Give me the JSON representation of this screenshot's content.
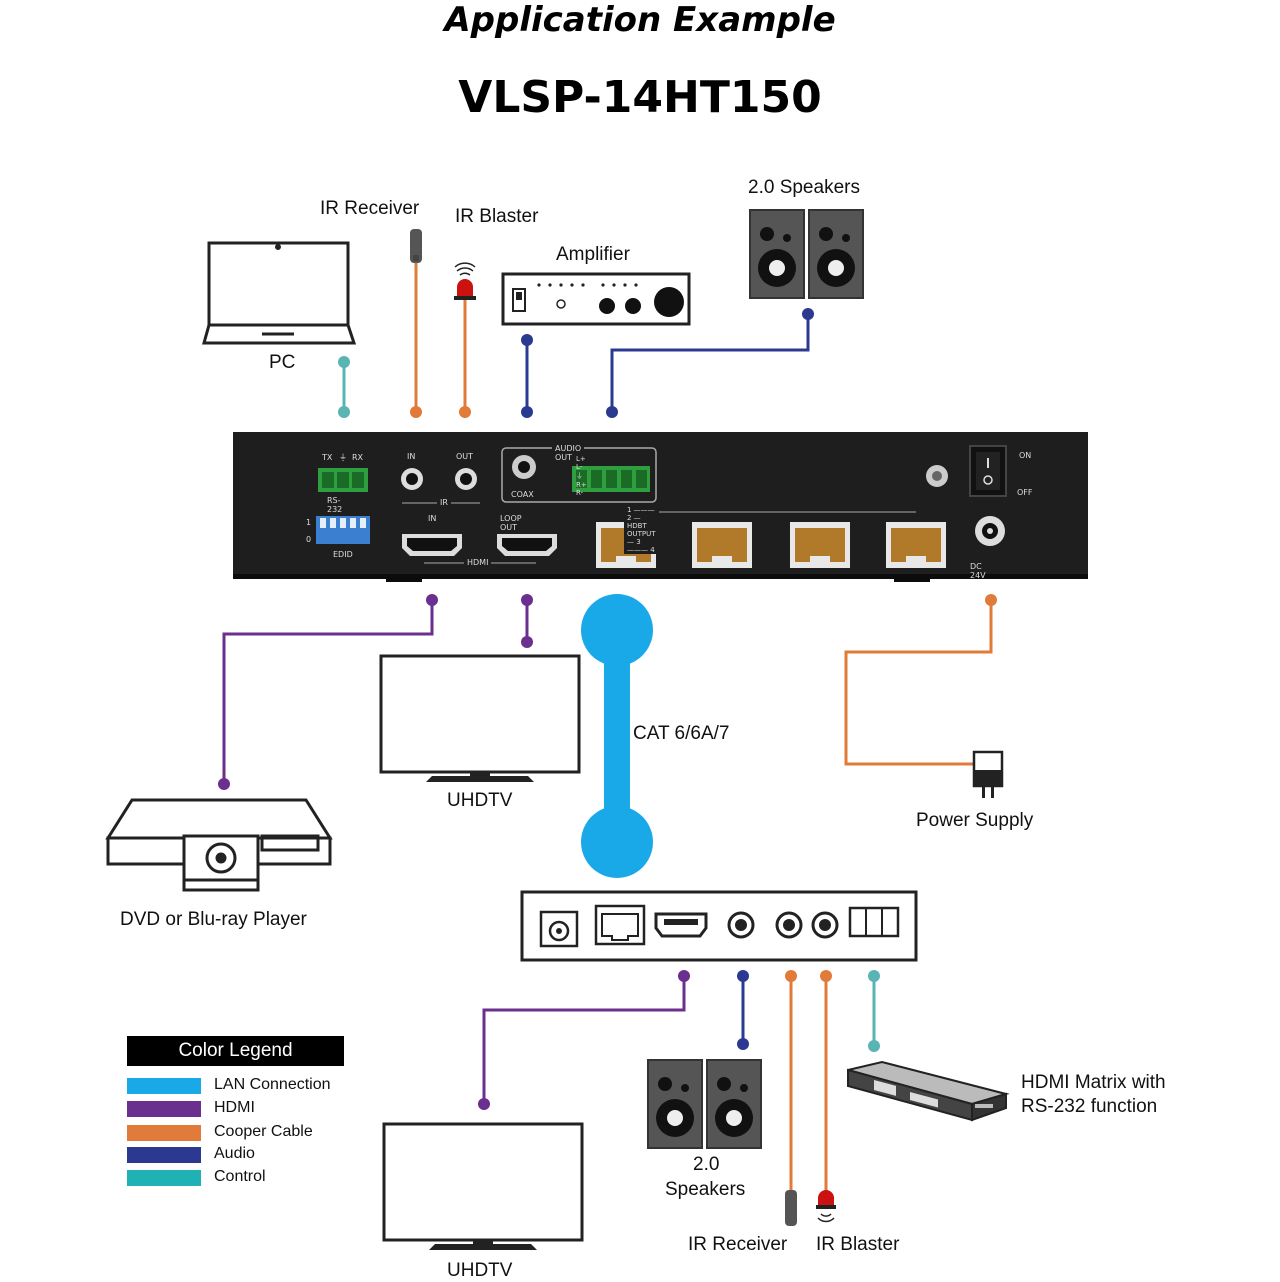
{
  "title": "Application Example",
  "model": "VLSP-14HT150",
  "labels": {
    "pc": "PC",
    "ir_receiver_top": "IR Receiver",
    "ir_blaster_top": "IR Blaster",
    "amplifier": "Amplifier",
    "speakers_top": "2.0 Speakers",
    "cat": "CAT 6/6A/7",
    "uhdtv_top": "UHDTV",
    "dvd": "DVD or Blu-ray Player",
    "power_supply": "Power Supply",
    "hdmi_matrix_line1": "HDMI Matrix with",
    "hdmi_matrix_line2": "RS-232 function",
    "speakers_bottom_line1": "2.0",
    "speakers_bottom_line2": "Speakers",
    "ir_receiver_bottom": "IR Receiver",
    "ir_blaster_bottom": "IR Blaster",
    "uhdtv_bottom": "UHDTV"
  },
  "device_panel": {
    "tx": "TX",
    "gnd": "⏚",
    "rx": "RX",
    "rs232": "RS-232",
    "ir_in": "IN",
    "ir_out": "OUT",
    "ir": "IR",
    "audio_out": "AUDIO OUT",
    "audio_pins": "L+  L-  ⏚  R+  R-",
    "coax": "COAX",
    "edid": "EDID",
    "dip_1": "1",
    "dip_0": "0",
    "hdmi_in": "IN",
    "hdmi_loop": "LOOP OUT",
    "hdmi": "HDMI",
    "hdbt_header": "1 ——— 2 — HDBT OUTPUT — 3 ——— 4",
    "on": "ON",
    "off": "OFF",
    "dc": "DC 24V"
  },
  "legend": {
    "title": "Color Legend",
    "items": [
      {
        "label": "LAN Connection",
        "color": "#1aa9e8"
      },
      {
        "label": "HDMI",
        "color": "#6b2f8f"
      },
      {
        "label": "Cooper Cable",
        "color": "#e07b39"
      },
      {
        "label": "Audio",
        "color": "#2b3990"
      },
      {
        "label": "Control",
        "color": "#20b1b4"
      }
    ]
  },
  "colors": {
    "lan": "#1aa9e8",
    "hdmi": "#6b2f8f",
    "copper": "#e07b39",
    "audio": "#2b3990",
    "control": "#5ab4b4",
    "ir_red": "#cc1111",
    "device": "#1e1e1e",
    "rj45": "#b07a2a",
    "terminal": "#2e9e3e",
    "dip": "#3b7fd1"
  }
}
